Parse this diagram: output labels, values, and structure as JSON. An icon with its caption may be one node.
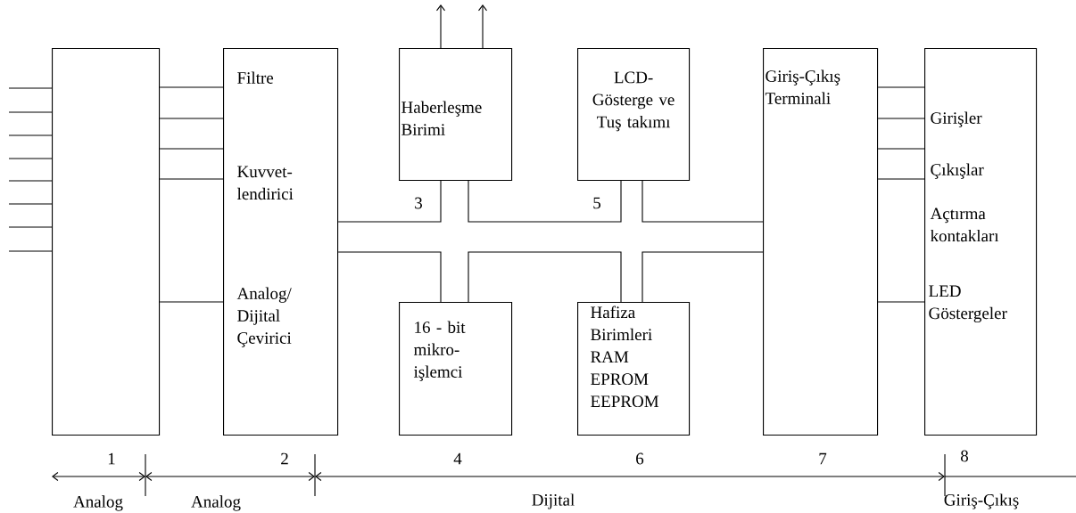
{
  "diagram": {
    "nodes": [
      {
        "text": [],
        "shape": "box",
        "beside": [
          "1"
        ]
      },
      {
        "text": [
          "Filtre",
          "Kuvvet- lendirici",
          "Analog/ Dijital Çevirici"
        ],
        "beside": [
          "2"
        ]
      },
      {
        "text": [
          "Haberleşme Birimi"
        ],
        "beside": [
          "3"
        ]
      },
      {
        "text": [
          "16 - bit mikro- işlemci"
        ],
        "beside": [
          "4"
        ]
      },
      {
        "text": [
          "LCD- Gösterge ve Tuş takımı"
        ],
        "beside": [
          "5"
        ]
      },
      {
        "text": [
          "Hafiza Birimleri RAM EPROM EEPROM"
        ],
        "beside": [
          "6"
        ]
      },
      {
        "text": [
          "Giriş-Çıkış Terminali"
        ],
        "beside": [
          "7"
        ]
      },
      {
        "text": [
          "Girişler",
          "Çıkışlar",
          "Açtırma kontakları",
          "LED Göstergeler"
        ],
        "beside": [
          "8"
        ]
      }
    ],
    "edges": [
      {
        "from": null,
        "to": 0,
        "arrow": "none"
      },
      {
        "from": null,
        "to": 0,
        "arrow": "none"
      },
      {
        "from": null,
        "to": 0,
        "arrow": "none"
      },
      {
        "from": null,
        "to": 0,
        "arrow": "none"
      },
      {
        "from": null,
        "to": 0,
        "arrow": "none"
      },
      {
        "from": null,
        "to": 0,
        "arrow": "none"
      },
      {
        "from": null,
        "to": 0,
        "arrow": "none"
      },
      {
        "from": null,
        "to": 0,
        "arrow": "none"
      },
      {
        "from": 0,
        "to": 1,
        "arrow": "none"
      },
      {
        "from": 0,
        "to": 1,
        "arrow": "none"
      },
      {
        "from": 0,
        "to": 1,
        "arrow": "none"
      },
      {
        "from": 0,
        "to": 1,
        "arrow": "none"
      },
      {
        "from": 0,
        "to": 1,
        "arrow": "none"
      },
      {
        "from": 1,
        "to": 2,
        "arrow": "none"
      },
      {
        "from": 1,
        "to": 3,
        "arrow": "none"
      },
      {
        "from": 2,
        "to": 4,
        "arrow": "none"
      },
      {
        "from": 3,
        "to": 5,
        "arrow": "none"
      },
      {
        "from": 4,
        "to": 6,
        "arrow": "none"
      },
      {
        "from": 5,
        "to": 6,
        "arrow": "none"
      },
      {
        "from": 2,
        "to": null,
        "arrow": "to"
      },
      {
        "from": 2,
        "to": null,
        "arrow": "to"
      },
      {
        "from": 6,
        "to": 7,
        "arrow": "none"
      },
      {
        "from": 6,
        "to": 7,
        "arrow": "none"
      },
      {
        "from": 6,
        "to": 7,
        "arrow": "none"
      },
      {
        "from": 6,
        "to": 7,
        "arrow": "none"
      },
      {
        "from": 6,
        "to": 7,
        "arrow": "none"
      }
    ],
    "labels": [
      "Analog",
      "Analog",
      "Dijital",
      "Giriş-Çıkış"
    ]
  }
}
